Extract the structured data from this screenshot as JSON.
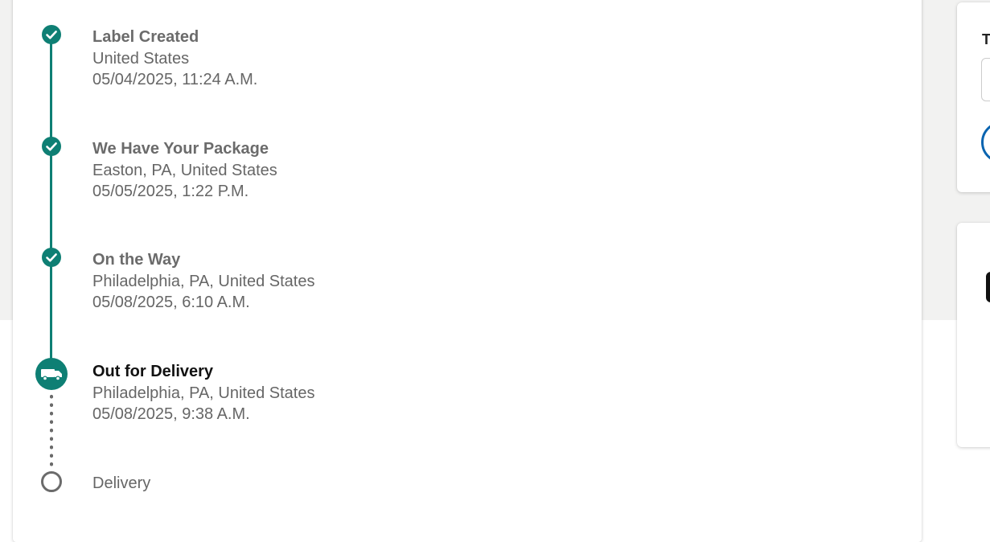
{
  "timeline": {
    "events": [
      {
        "title": "Label Created",
        "location": "United States",
        "datetime": "05/04/2025, 11:24 A.M.",
        "status": "completed"
      },
      {
        "title": "We Have Your Package",
        "location": "Easton, PA, United States",
        "datetime": "05/05/2025, 1:22 P.M.",
        "status": "completed"
      },
      {
        "title": "On the Way",
        "location": "Philadelphia, PA, United States",
        "datetime": "05/08/2025, 6:10 A.M.",
        "status": "completed"
      },
      {
        "title": "Out for Delivery",
        "location": "Philadelphia, PA, United States",
        "datetime": "05/08/2025, 9:38 A.M.",
        "status": "current"
      },
      {
        "title": "Delivery",
        "status": "pending"
      }
    ]
  },
  "side_panel": {
    "card1_heading_fragment": "T"
  },
  "colors": {
    "accent": "#0e7f74",
    "pending": "#6b6b6b",
    "link_blue": "#0a64b0",
    "background": "#f2f2f1"
  },
  "icons": [
    "check-icon",
    "truck-icon"
  ]
}
